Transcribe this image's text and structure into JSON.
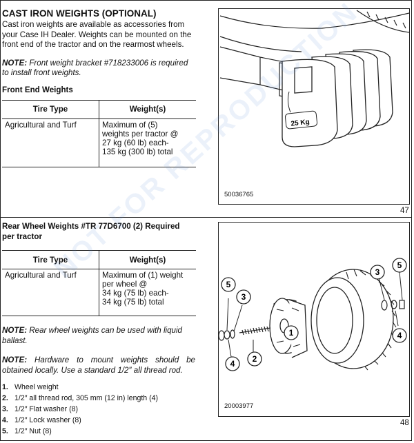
{
  "section1": {
    "heading": "CAST IRON WEIGHTS (OPTIONAL)",
    "intro_lines": [
      "Cast iron weights are available as accessories from",
      "your Case IH Dealer. Weights can be mounted on the",
      "front end of the tractor and on the rearmost wheels."
    ],
    "note_label": "NOTE:",
    "note_line1": "Front weight bracket #718233006 is required",
    "note_line2": "to install front weights.",
    "front_title": "Front End Weights",
    "table_headers": [
      "Tire Type",
      "Weight(s)"
    ],
    "front_row": {
      "tire": "Agricultural and Turf",
      "weight_lines": [
        "Maximum of (5)",
        "weights per tractor @",
        "27 kg (60 lb) each-",
        "135 kg (300 lb) total"
      ]
    },
    "fig_id": "50036765",
    "weight_label": "25 Kg",
    "page_number": "47"
  },
  "section2": {
    "title_line1": "Rear Wheel Weights #TR 77D6700 (2) Required",
    "title_line2": "per tractor",
    "table_headers": [
      "Tire Type",
      "Weight(s)"
    ],
    "rear_row": {
      "tire": "Agricultural and Turf",
      "weight_lines": [
        "Maximum of (1) weight",
        "per wheel @",
        "34 kg (75 lb) each-",
        "34 kg (75 lb) total"
      ]
    },
    "note1_label": "NOTE:",
    "note1_line1": "Rear wheel weights can be used with liquid",
    "note1_line2": "ballast.",
    "note2_label": "NOTE:",
    "note2_line1": "Hardware to mount weights should be",
    "note2_line2": "obtained locally. Use a standard 1/2″ all thread rod.",
    "parts": [
      {
        "num": "1.",
        "text": "Wheel weight"
      },
      {
        "num": "2.",
        "text": "1/2″ all thread rod, 305 mm (12 in) length (4)"
      },
      {
        "num": "3.",
        "text": "1/2″ Flat washer (8)"
      },
      {
        "num": "4.",
        "text": "1/2″ Lock washer (8)"
      },
      {
        "num": "5.",
        "text": "1/2″ Nut (8)"
      }
    ],
    "callouts": [
      "1",
      "2",
      "3",
      "4",
      "5"
    ],
    "fig_id": "20003977",
    "page_number": "48"
  },
  "watermark": "NOT FOR REPRODUCTION",
  "colors": {
    "watermark": "#5a8cd2",
    "line": "#222222"
  }
}
